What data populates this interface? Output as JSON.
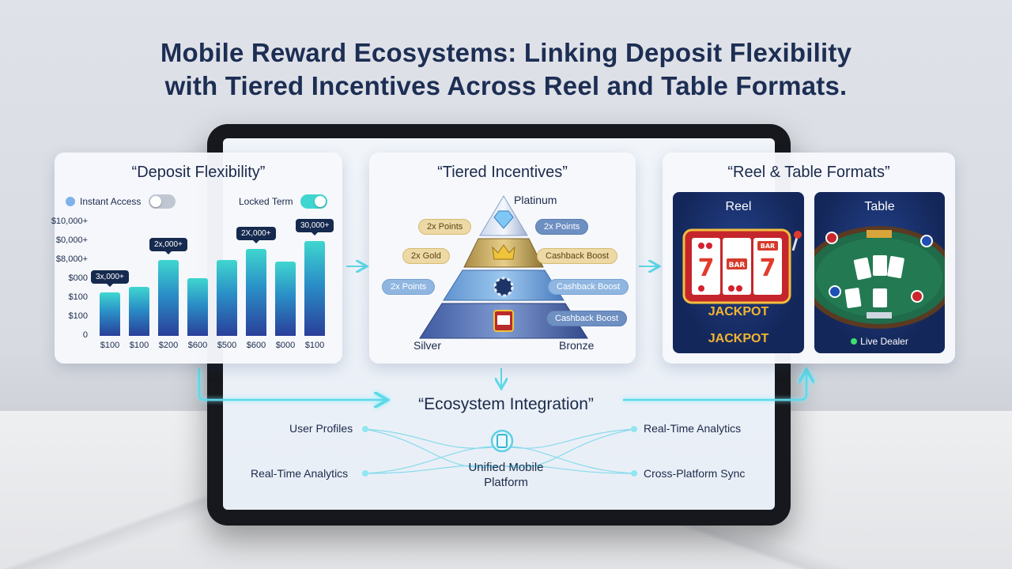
{
  "title": {
    "line1": "Mobile Reward Ecosystems: Linking Deposit Flexibility",
    "line2": "with Tiered Incentives Across Reel and Table Formats."
  },
  "deposit": {
    "title": "“Deposit Flexibility”",
    "toggle_left": "Instant Access",
    "toggle_right": "Locked Term",
    "accent_color": "#3fd6cf"
  },
  "chart_data": {
    "type": "bar",
    "title": "",
    "xlabel": "",
    "ylabel": "",
    "y_tick_labels": [
      "$10,000+",
      "$0,000+",
      "$8,000+",
      "$000",
      "$100",
      "$100",
      "0"
    ],
    "categories": [
      "$100",
      "$100",
      "$200",
      "$600",
      "$500",
      "$600",
      "$000",
      "$100"
    ],
    "values": [
      0.46,
      0.52,
      0.8,
      0.61,
      0.8,
      0.92,
      0.78,
      1.0
    ],
    "value_scale": "fraction of tallest bar",
    "callouts": [
      {
        "bar_index": 0,
        "label": "3x,000+"
      },
      {
        "bar_index": 2,
        "label": "2x,000+"
      },
      {
        "bar_index": 5,
        "label": "2X,000+"
      },
      {
        "bar_index": 7,
        "label": "30,000+"
      }
    ]
  },
  "tiers": {
    "title": "“Tiered Incentives”",
    "top_label": "Platinum",
    "bottom_left_label": "Silver",
    "bottom_right_label": "Bronze",
    "left_pills": [
      "2x Points",
      "2x Gold",
      "2x Points"
    ],
    "right_pills": [
      "2x Points",
      "Cashback Boost",
      "Cashback Boost",
      "Cashback Boost"
    ]
  },
  "formats": {
    "title": "“Reel & Table Formats”",
    "reel": {
      "title": "Reel",
      "jackpot_1": "JACKPOT",
      "jackpot_2": "JACKPOT",
      "reel_symbols": [
        "BAR",
        "BAR"
      ]
    },
    "table": {
      "title": "Table",
      "status": "Live Dealer"
    }
  },
  "ecosystem": {
    "title": "“Ecosystem Integration”",
    "center": {
      "line1": "Unified Mobile",
      "line2": "Platform"
    },
    "left_nodes": [
      "User Profiles",
      "Real-Time Analytics"
    ],
    "right_nodes": [
      "Real-Time Analytics",
      "Cross-Platform Sync"
    ]
  }
}
